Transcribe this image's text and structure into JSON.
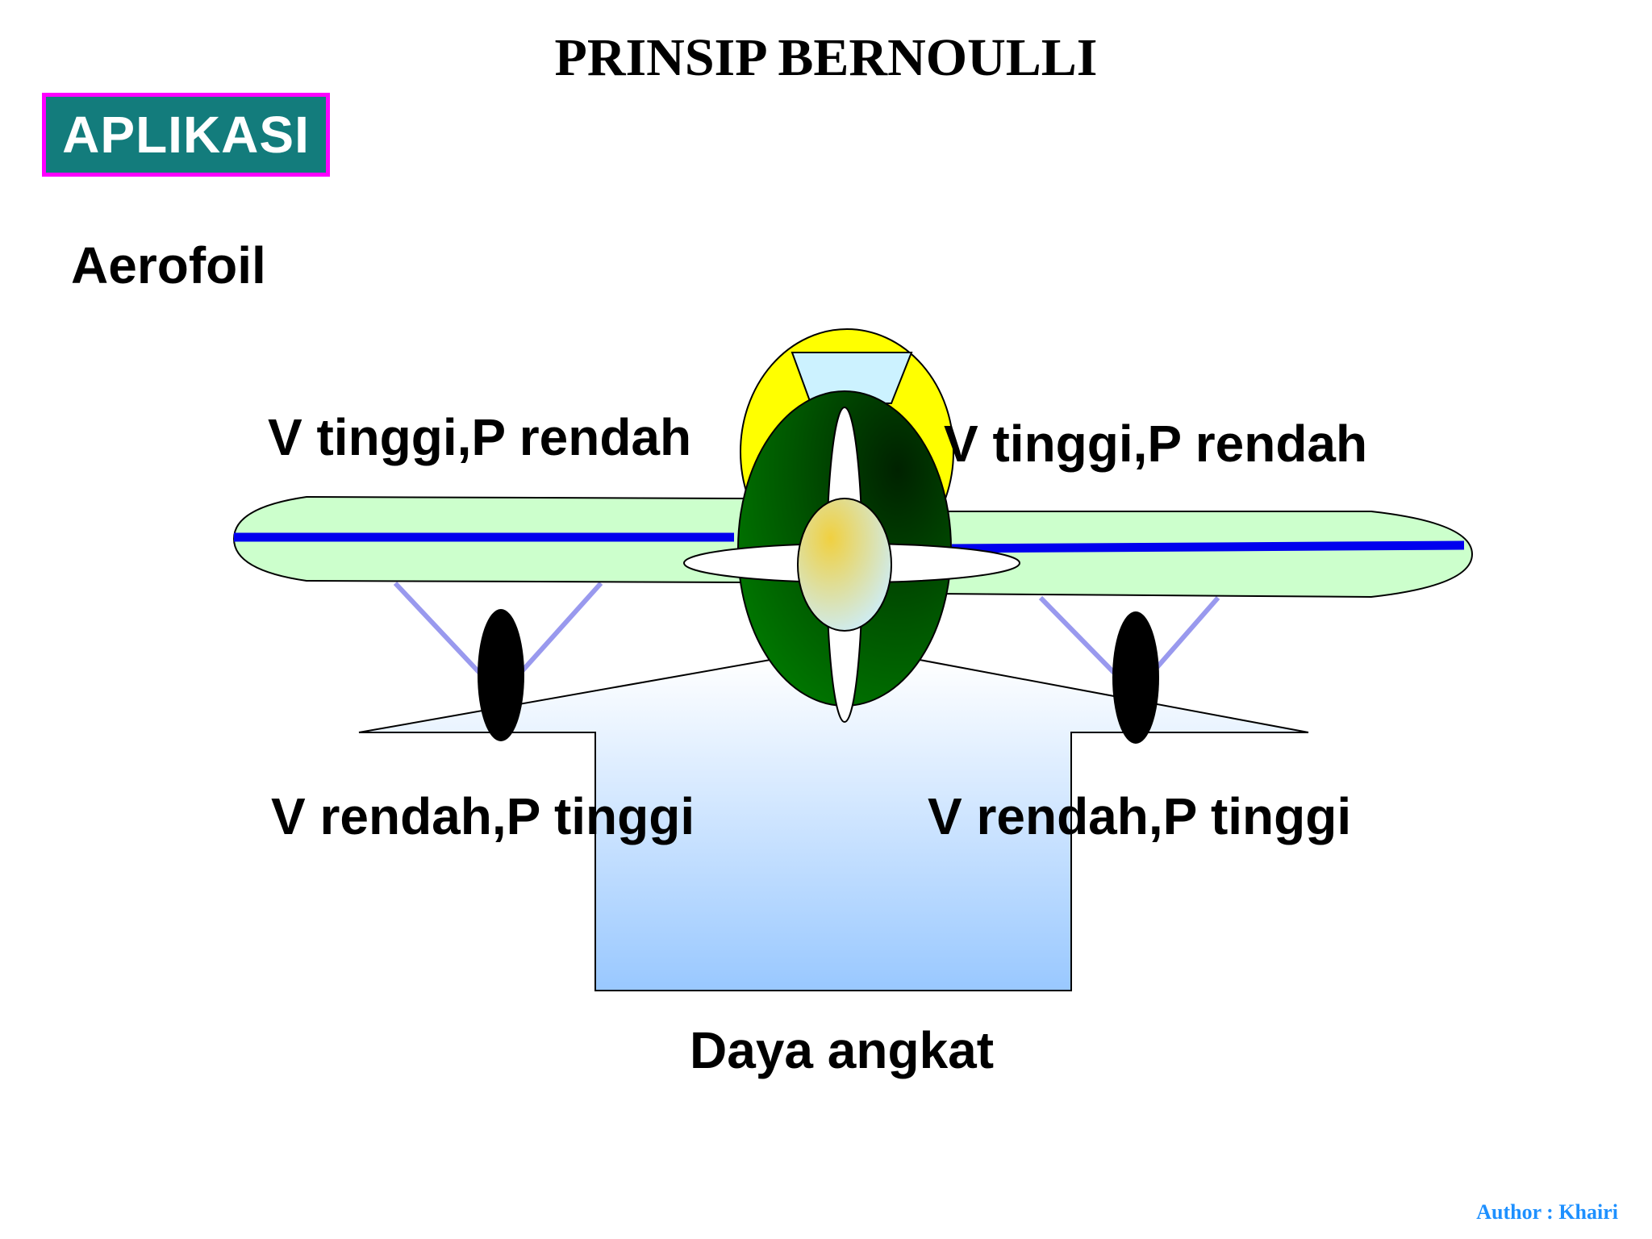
{
  "header": {
    "title": "PRINSIP BERNOULLI"
  },
  "badge": {
    "label": "APLIKASI"
  },
  "subtitle": "Aerofoil",
  "labels": {
    "top_left": "V tinggi,P rendah",
    "top_right": "V tinggi,P rendah",
    "bottom_left": "V rendah,P tinggi",
    "bottom_right": "V rendah,P tinggi",
    "lift": "Daya angkat"
  },
  "footer": {
    "author": "Author : Khairi"
  },
  "colors": {
    "badge_bg": "#137c7c",
    "badge_border": "#ff00ff",
    "wing": "#ccffcc",
    "wing_stripe": "#0000ee",
    "cowling": "#ffff00",
    "engine": "#006600",
    "windshield": "#ccf2ff",
    "lift_arrow_top": "#ffffff",
    "lift_arrow_bottom": "#99c8ff",
    "author": "#1e90ff"
  }
}
